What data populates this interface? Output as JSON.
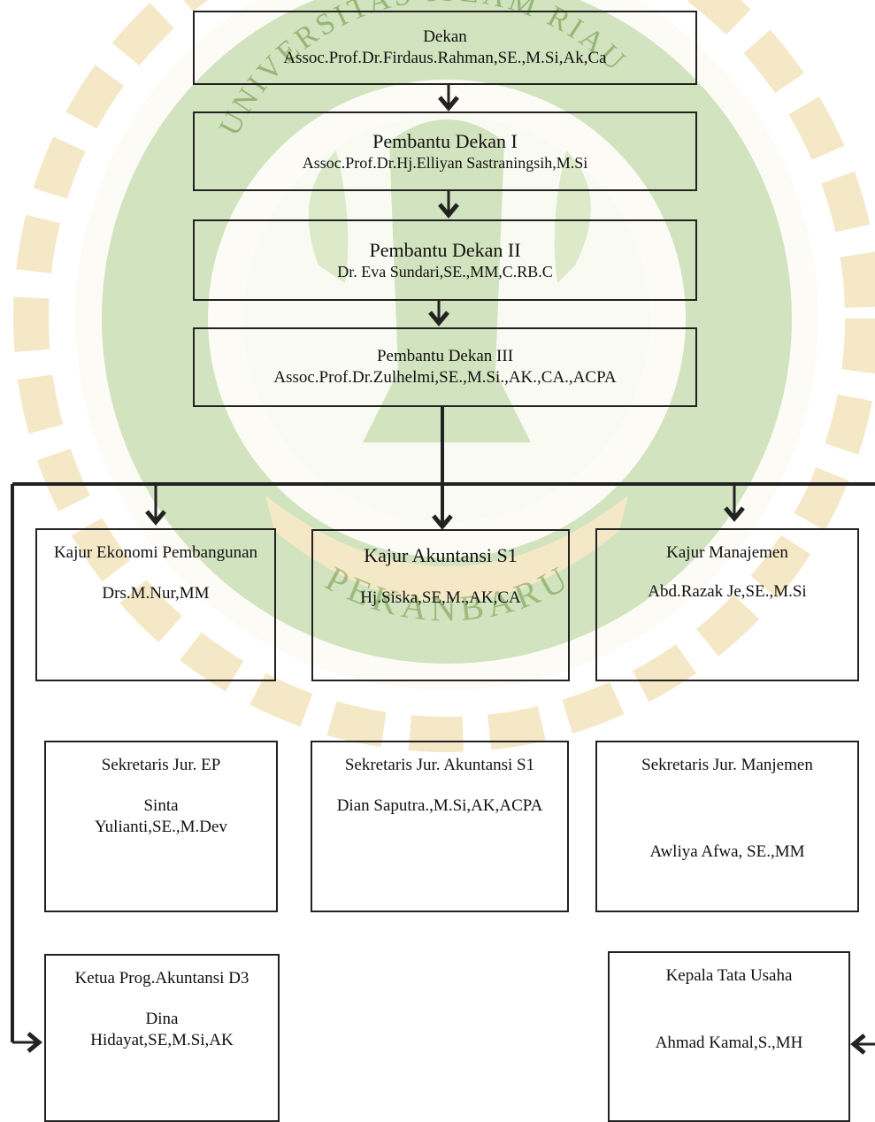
{
  "colors": {
    "watermark_green": "#7fb24a",
    "watermark_gold": "#e0c060",
    "watermark_cream": "#fbf6e4",
    "line": "#222222"
  },
  "watermark": {
    "arc_top": "UNIVERSITAS ISLAM RIAU",
    "arc_bottom": "PEKANBARU"
  },
  "chain": {
    "dekan": {
      "title": "Dekan",
      "name": "Assoc.Prof.Dr.Firdaus.Rahman,SE.,M.Si,Ak,Ca"
    },
    "pd1": {
      "title": "Pembantu Dekan I",
      "name": "Assoc.Prof.Dr.Hj.Elliyan Sastraningsih,M.Si"
    },
    "pd2": {
      "title": "Pembantu Dekan II",
      "name": "Dr. Eva Sundari,SE.,MM,C.RB.C"
    },
    "pd3": {
      "title": "Pembantu Dekan III",
      "name": "Assoc.Prof.Dr.Zulhelmi,SE.,M.Si.,AK.,CA.,ACPA"
    }
  },
  "kajur": [
    {
      "title": "Kajur Ekonomi Pembangunan",
      "name": "Drs.M.Nur,MM"
    },
    {
      "title": "Kajur Akuntansi S1",
      "name": "Hj.Siska,SE,M.,AK,CA"
    },
    {
      "title": "Kajur Manajemen",
      "name": "Abd.Razak Je,SE.,M.Si"
    }
  ],
  "sekretaris": [
    {
      "title": "Sekretaris Jur. EP",
      "name": "Sinta Yulianti,SE.,M.Dev"
    },
    {
      "title": "Sekretaris Jur. Akuntansi S1",
      "name": "Dian Saputra.,M.Si,AK,ACPA"
    },
    {
      "title": "Sekretaris Jur. Manjemen",
      "name": "Awliya Afwa, SE.,MM"
    }
  ],
  "bottom": {
    "ketua_d3": {
      "title": "Ketua Prog.Akuntansi D3",
      "name": "Dina Hidayat,SE,M.Si,AK"
    },
    "kepala_tu": {
      "title": "Kepala Tata Usaha",
      "name": "Ahmad Kamal,S.,MH"
    }
  }
}
